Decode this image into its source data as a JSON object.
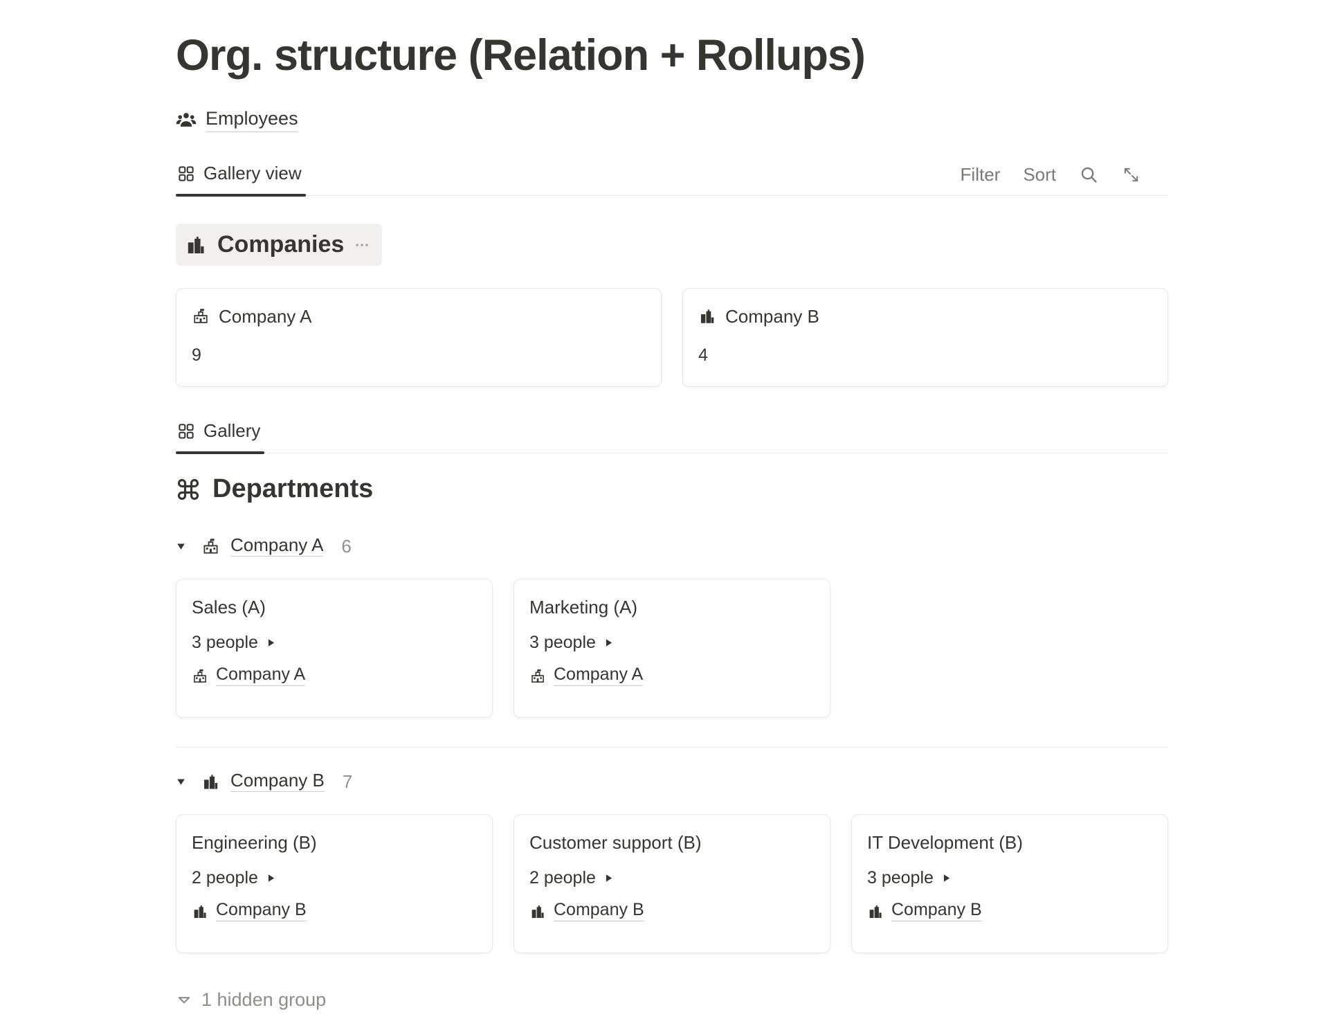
{
  "colors": {
    "text": "#37352f",
    "muted_gray": "#7d7974",
    "count_gray": "#91918e",
    "border": "#e9e9e7",
    "pill_background": "#f1f0ee"
  },
  "page": {
    "title": "Org. structure (Relation + Rollups)"
  },
  "source": {
    "label": "Employees",
    "icon": "people-icon"
  },
  "companies_view": {
    "tab": {
      "label": "Gallery view",
      "icon": "gallery-grid-icon"
    },
    "toolbar": {
      "filter": "Filter",
      "sort": "Sort",
      "icons": [
        "search-icon",
        "expand-icon"
      ]
    },
    "header": {
      "title": "Companies",
      "icon": "city-buildings-icon",
      "menu_icon": "ellipsis-icon"
    },
    "cards": [
      {
        "title": "Company A",
        "icon": "school-building-icon",
        "rollup_value": "9"
      },
      {
        "title": "Company B",
        "icon": "city-buildings-icon",
        "rollup_value": "4"
      }
    ]
  },
  "departments_view": {
    "tab": {
      "label": "Gallery",
      "icon": "gallery-grid-icon"
    },
    "header": {
      "title": "Departments",
      "icon": "command-icon"
    },
    "groups": [
      {
        "label": "Company A",
        "icon": "school-building-icon",
        "count": "6",
        "cards": [
          {
            "title": "Sales (A)",
            "people": "3 people",
            "company": {
              "label": "Company A",
              "icon": "school-building-icon"
            }
          },
          {
            "title": "Marketing (A)",
            "people": "3 people",
            "company": {
              "label": "Company A",
              "icon": "school-building-icon"
            }
          }
        ]
      },
      {
        "label": "Company B",
        "icon": "city-buildings-icon",
        "count": "7",
        "cards": [
          {
            "title": "Engineering (B)",
            "people": "2 people",
            "company": {
              "label": "Company B",
              "icon": "city-buildings-icon"
            }
          },
          {
            "title": "Customer support (B)",
            "people": "2 people",
            "company": {
              "label": "Company B",
              "icon": "city-buildings-icon"
            }
          },
          {
            "title": "IT Development (B)",
            "people": "3 people",
            "company": {
              "label": "Company B",
              "icon": "city-buildings-icon"
            }
          }
        ]
      }
    ],
    "footer": {
      "hidden_group": "1 hidden group"
    }
  }
}
